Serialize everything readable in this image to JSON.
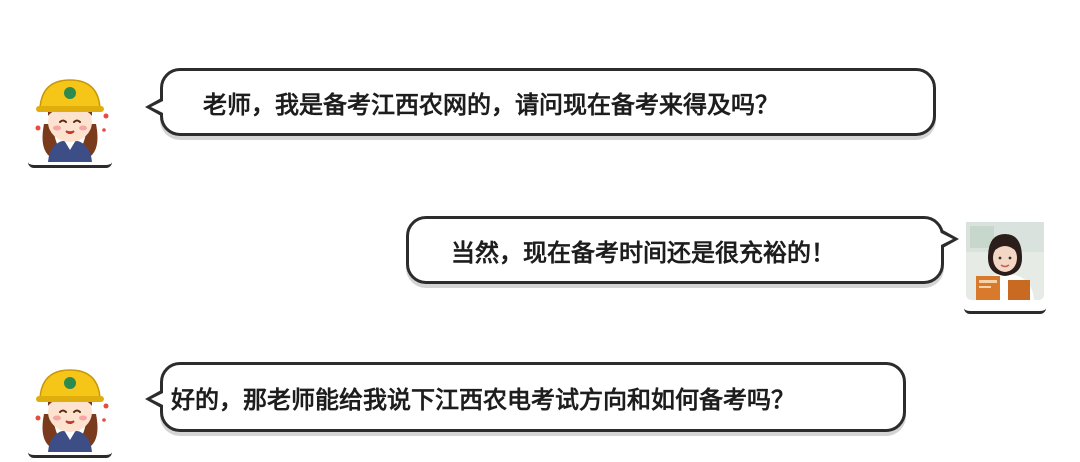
{
  "messages": [
    {
      "sender": "student",
      "text": "老师，我是备考江西农网的，请问现在备考来得及吗？"
    },
    {
      "sender": "teacher",
      "text": "当然，现在备考时间还是很充裕的！"
    },
    {
      "sender": "student",
      "text": "好的，那老师能给我说下江西农电考试方向和如何备考吗？"
    }
  ],
  "avatars": {
    "student": {
      "icon": "cartoon-worker-helmet-avatar",
      "helmet_color": "#f5c518",
      "uniform_color": "#3d4d86",
      "hair_color": "#7a3b1c"
    },
    "teacher": {
      "icon": "teacher-photo-avatar",
      "book_color": "#d9792b"
    }
  }
}
